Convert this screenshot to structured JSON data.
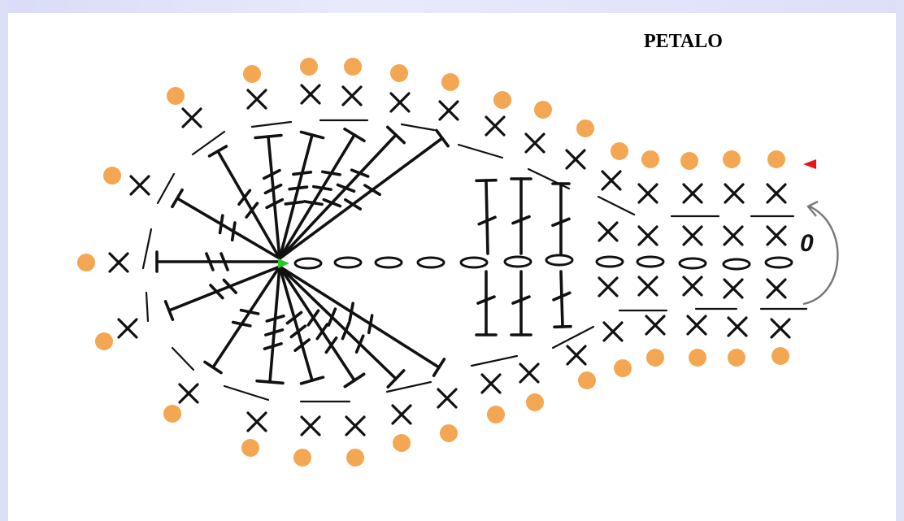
{
  "title": "PETALO",
  "turn_label": "0",
  "colors": {
    "dot": "#f4a752",
    "ink": "#111111",
    "start_marker": "#22cc22",
    "end_marker": "#ee1111",
    "arrow": "#777777"
  },
  "symbols": {
    "dot": "orange-dot",
    "sc": "x-stitch",
    "dc": "t-stitch",
    "tr": "crossed-t-stitch",
    "ch": "oval-chain"
  }
}
